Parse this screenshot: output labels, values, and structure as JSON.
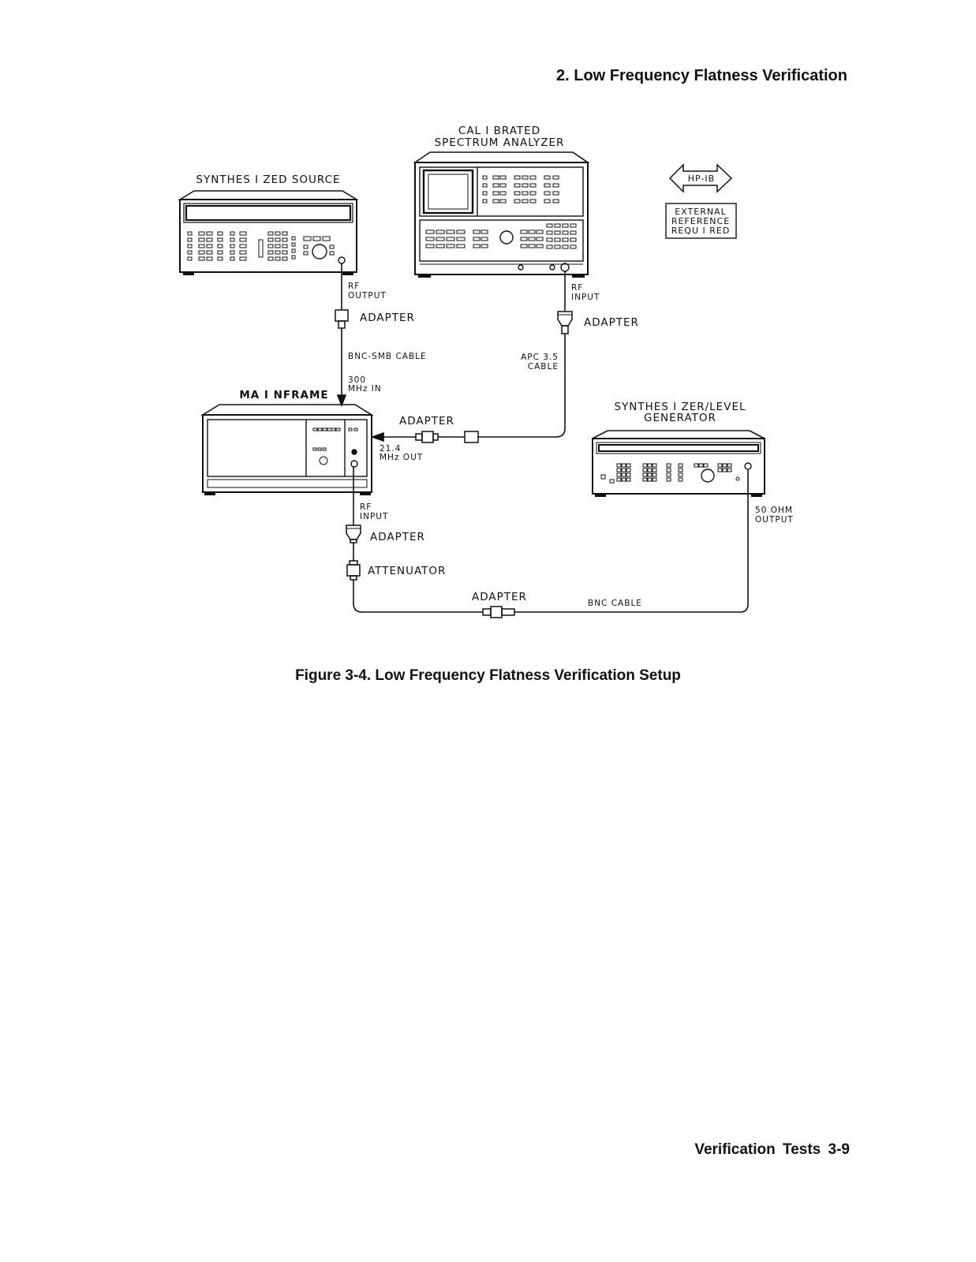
{
  "header": {
    "section_title": "2. Low Frequency Flatness Verification"
  },
  "diagram": {
    "instruments": {
      "spectrum_analyzer": [
        "CAL I BRATED",
        "SPECTRUM ANALYZER"
      ],
      "synthesized_source": "SYNTHES I ZED SOURCE",
      "mainframe": "MA I NFRAME",
      "level_generator": [
        "SYNTHES I ZER/LEVEL",
        "GENERATOR"
      ]
    },
    "hpib": "HP-IB",
    "external_reference": [
      "EXTERNAL",
      "REFERENCE",
      "REQU I RED"
    ],
    "ports": {
      "rf_output": [
        "RF",
        "OUTPUT"
      ],
      "rf_input_analyzer": [
        "RF",
        "INPUT"
      ],
      "mhz_in": [
        "300",
        "MHz  IN"
      ],
      "mhz_out": [
        "21.4",
        "MHz  OUT"
      ],
      "rf_input_mainframe": [
        "RF",
        "INPUT"
      ],
      "ohm_output": [
        "50  OHM",
        "OUTPUT"
      ]
    },
    "accessories": {
      "adapter_source": "ADAPTER",
      "adapter_analyzer": "ADAPTER",
      "adapter_mainframe_out": "ADAPTER",
      "adapter_mainframe_in": "ADAPTER",
      "attenuator": "ATTENUATOR",
      "adapter_bottom": "ADAPTER"
    },
    "cables": {
      "bnc_smb": "BNC-SMB  CABLE",
      "apc": [
        "APC  3.5",
        "CABLE"
      ],
      "bnc": "BNC  CABLE"
    }
  },
  "caption": {
    "figure": "Figure 3-4. Low Frequency Flatness Verification Setup"
  },
  "footer": {
    "text": "Verification Tests  3-9"
  }
}
